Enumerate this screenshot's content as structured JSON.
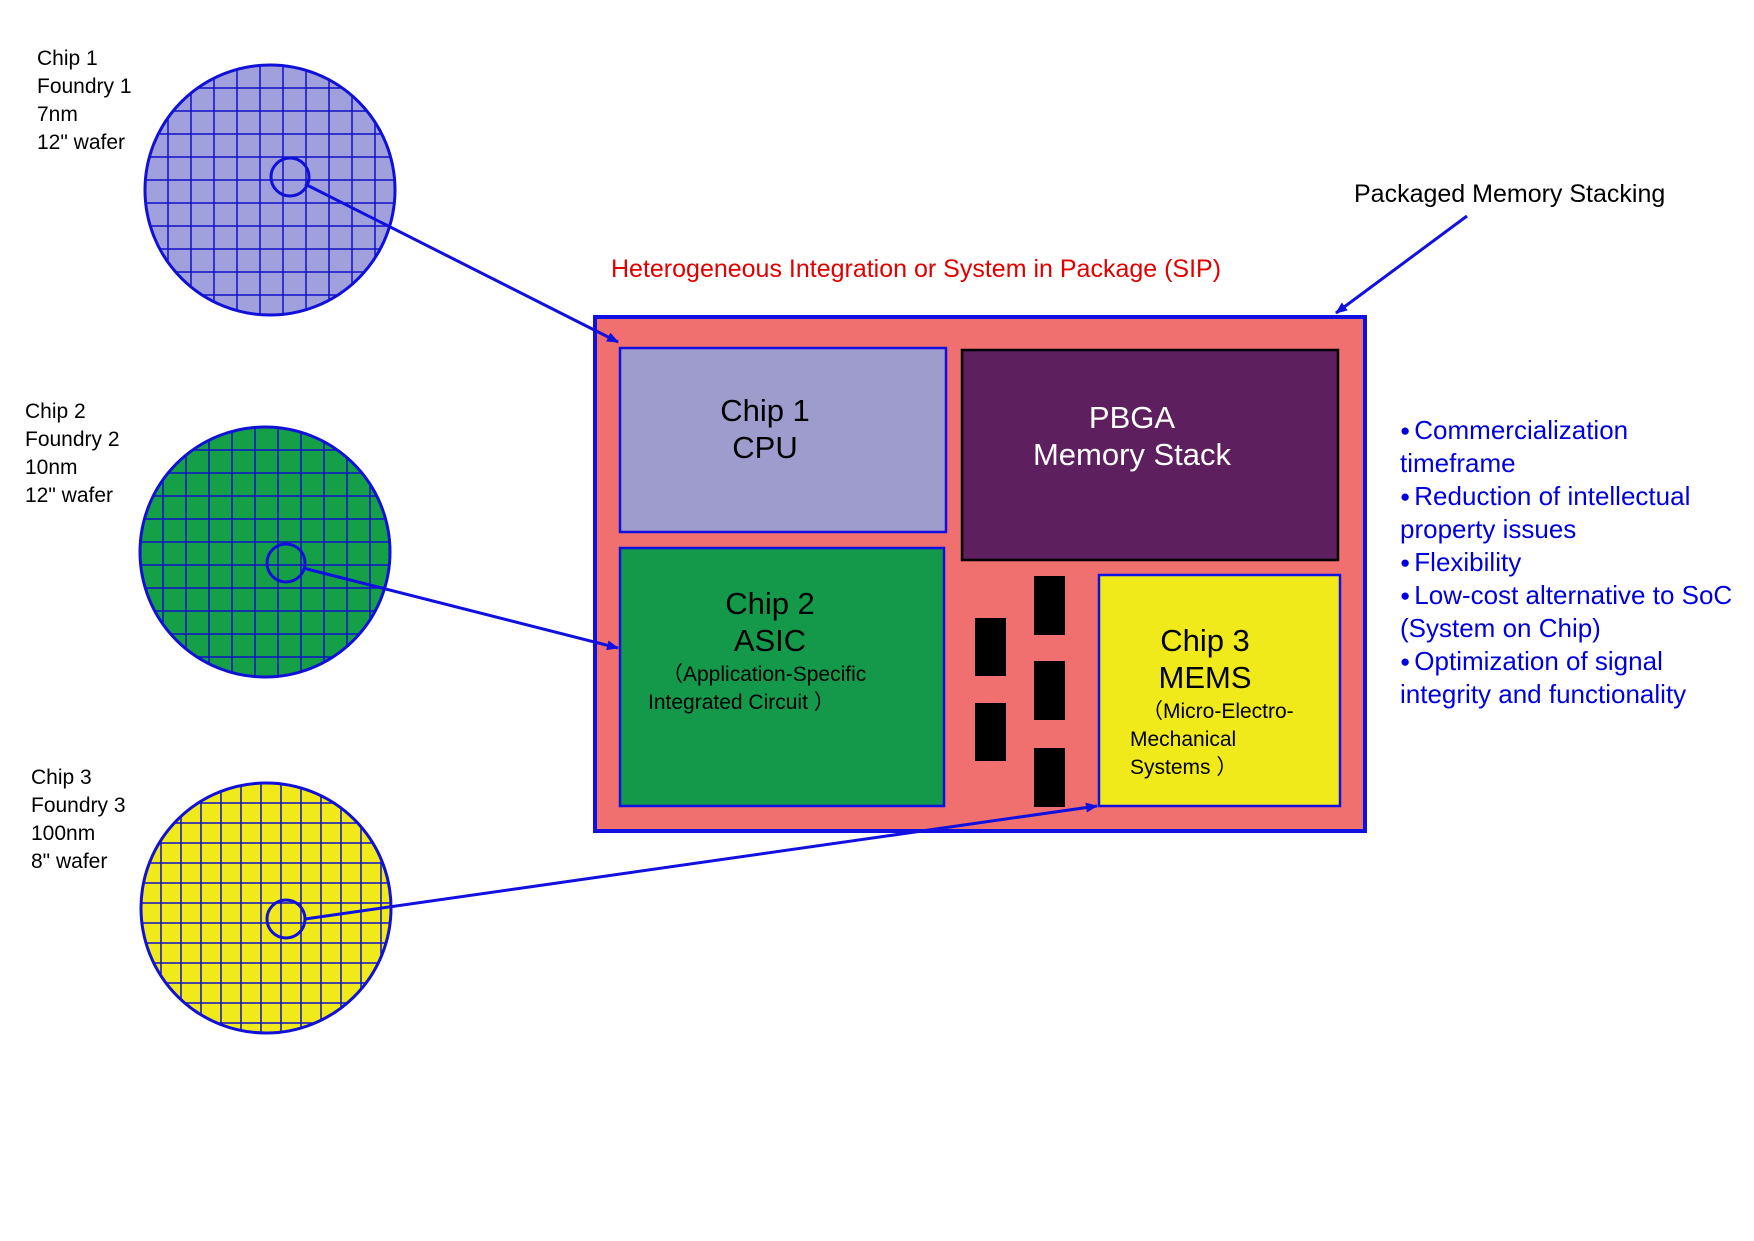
{
  "colors": {
    "wafer1": "#a0a0dc",
    "wafer2": "#15a048",
    "wafer3": "#f0ea1a",
    "grid": "#1010c8",
    "package": "#f07070",
    "package_border": "#1010e0",
    "chip1": "#9e9ccc",
    "chip2": "#14994a",
    "chip3": "#f0ea1a",
    "memory": "#5e1f5e",
    "title": "#e00000",
    "bullets": "#0000dd"
  },
  "wafers": [
    {
      "label": "Chip 1\nFoundry 1\n7nm\n12\" wafer"
    },
    {
      "label": "Chip 2\nFoundry 2\n10nm\n12\" wafer"
    },
    {
      "label": "Chip 3\nFoundry 3\n100nm\n8\" wafer"
    }
  ],
  "package": {
    "title": "Heterogeneous Integration or System in Package (SIP)",
    "memory_stacking_label": "Packaged Memory Stacking",
    "chip1": {
      "line1": "Chip 1",
      "line2": "CPU"
    },
    "chip2": {
      "line1": "Chip 2",
      "line2": "ASIC",
      "sub1": "（Application-Specific",
      "sub2": "Integrated Circuit ）"
    },
    "chip3": {
      "line1": "Chip 3",
      "line2": "MEMS",
      "sub1": "（Micro-Electro-",
      "sub2": "Mechanical",
      "sub3": "Systems ）"
    },
    "memory": {
      "line1": "PBGA",
      "line2": "Memory Stack"
    }
  },
  "benefits": [
    "Commercialization timeframe",
    "Reduction of intellectual property issues",
    "Flexibility",
    "Low-cost alternative to SoC (System on Chip)",
    "Optimization of signal integrity and functionality"
  ]
}
